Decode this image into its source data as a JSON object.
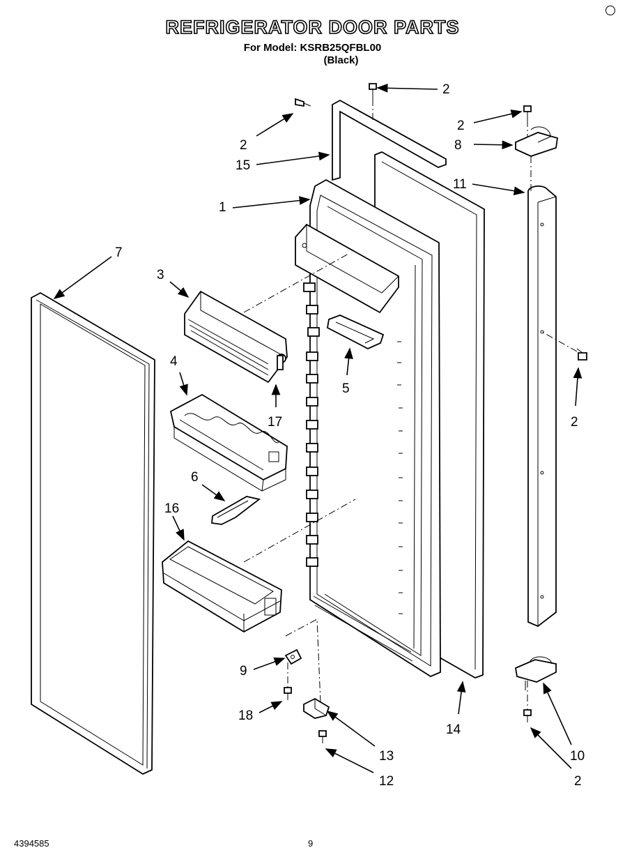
{
  "header": {
    "title": "REFRIGERATOR DOOR PARTS",
    "model_line": "For Model: KSRB25QFBL00",
    "color_line": "(Black)"
  },
  "footer": {
    "doc_number": "4394585",
    "page_number": "9"
  },
  "callouts": {
    "c1": "1",
    "c2a": "2",
    "c2b": "2",
    "c2c": "2",
    "c2d": "2",
    "c2e": "2",
    "c3": "3",
    "c4": "4",
    "c5": "5",
    "c6": "6",
    "c7": "7",
    "c8": "8",
    "c9": "9",
    "c10": "10",
    "c11": "11",
    "c12": "12",
    "c13": "13",
    "c14": "14",
    "c15": "15",
    "c16": "16",
    "c17": "17",
    "c18": "18"
  }
}
